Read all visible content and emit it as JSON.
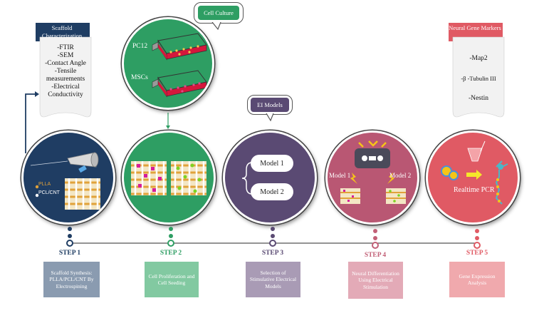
{
  "scaffold_char": {
    "title": "Scaffold Characterization",
    "items": [
      "-FTIR",
      "-SEM",
      "-Contact Angle",
      "-Tensile measurements",
      "-Electrical Conductivity"
    ]
  },
  "cell_culture_label": "Cell Culture",
  "pc12_label": "PC12",
  "mscs_label": "MSCs",
  "ei_models_label": "EI Models",
  "model1_label": "Model 1",
  "model2_label": "Model 2",
  "legend": {
    "plla": "PLLA",
    "pclcnt": "PCL/CNT"
  },
  "step4_model1": "Model 1",
  "step4_model2": "Model 2",
  "realtime_pcr": "Realtime PCR",
  "neural_markers": {
    "title": "Neural Gene Markers",
    "items": [
      "-Map2",
      "-β -Tubulin III",
      "-Nestin"
    ]
  },
  "steps": [
    {
      "label": "STEP 1",
      "desc": "Scaffold Synthesis: PLLA/PCL/CNT By Electrospining",
      "color": "#1f3d63",
      "box": "#8a9bb0"
    },
    {
      "label": "STEP 2",
      "desc": "Cell Proliferation and Cell Seeding",
      "color": "#2e9e63",
      "box": "#82c9a1"
    },
    {
      "label": "STEP 3",
      "desc": "Selection of Stimulative Electrical Models",
      "color": "#5a4a73",
      "box": "#a99bb5"
    },
    {
      "label": "STEP 4",
      "desc": "Neural Differentiation Using Electrical Stimulation",
      "color": "#c26077",
      "box": "#e3aab7"
    },
    {
      "label": "STEP 5",
      "desc": "Gene Expression Analysis",
      "color": "#e05a64",
      "box": "#f0a9ad"
    }
  ]
}
